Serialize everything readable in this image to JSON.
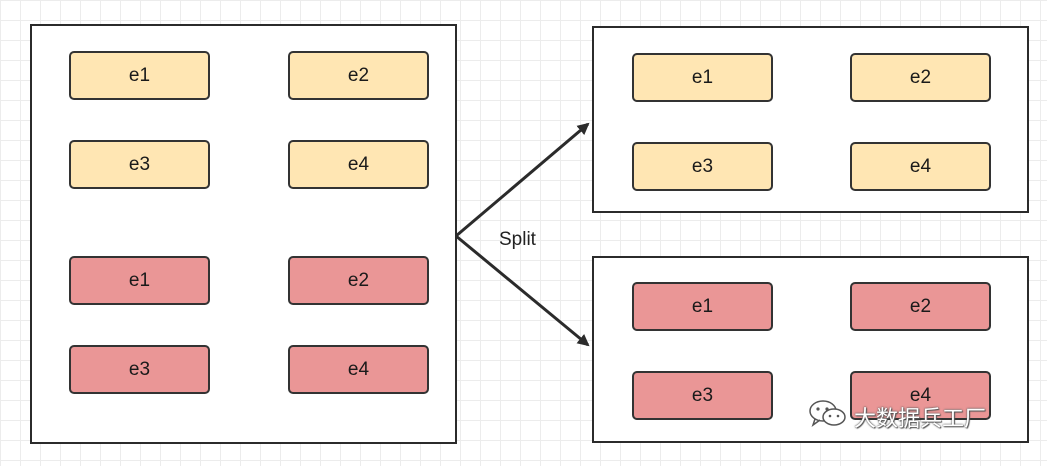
{
  "diagram": {
    "source": {
      "yellow_group": [
        "e1",
        "e2",
        "e3",
        "e4"
      ],
      "red_group": [
        "e1",
        "e2",
        "e3",
        "e4"
      ]
    },
    "edge_label": "Split",
    "targets": [
      {
        "items": [
          "e1",
          "e2",
          "e3",
          "e4"
        ],
        "color": "#ffe6b3"
      },
      {
        "items": [
          "e1",
          "e2",
          "e3",
          "e4"
        ],
        "color": "#ea9696"
      }
    ],
    "colors": {
      "yellow": "#ffe6b3",
      "red": "#ea9696",
      "border": "#2b2b2b"
    }
  },
  "watermark": {
    "text": "大数据兵工厂",
    "icon": "wechat-icon"
  }
}
